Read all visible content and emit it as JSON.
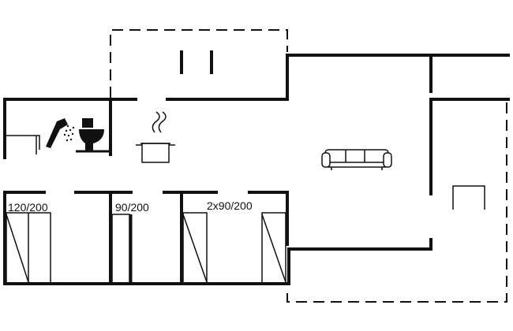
{
  "floorplan": {
    "rooms": [
      {
        "id": "bedroom-1",
        "bed_label": "120/200"
      },
      {
        "id": "bedroom-2",
        "bed_label": "90/200"
      },
      {
        "id": "bedroom-3",
        "bed_label": "2x90/200"
      }
    ],
    "icons": [
      "shower-icon",
      "toilet-icon",
      "cooking-pot-icon",
      "sofa-icon"
    ],
    "colors": {
      "line": "#111111",
      "background": "#ffffff"
    }
  }
}
